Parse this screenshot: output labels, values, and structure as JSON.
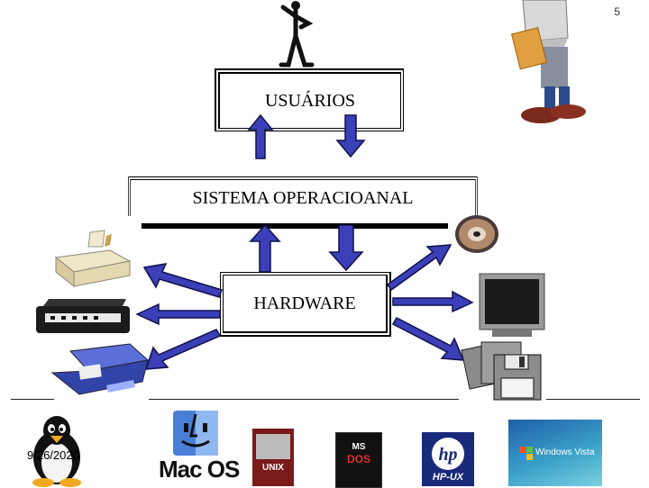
{
  "slide": {
    "number": "5",
    "date": "9/26/2020"
  },
  "diagram": {
    "users_label": "USUÁRIOS",
    "os_label": "SISTEMA OPERACIOANAL",
    "hardware_label": "HARDWARE"
  },
  "logos": {
    "mac": "Mac OS",
    "msdos_line1": "MS",
    "msdos_line2": "DOS",
    "hpux": "HP-UX",
    "vista": "Windows Vista",
    "unix": "UNIX"
  },
  "colors": {
    "arrow_fill": "#3b3fb8",
    "arrow_stroke": "#10104a",
    "vista_bg": "#2f7fbf"
  }
}
